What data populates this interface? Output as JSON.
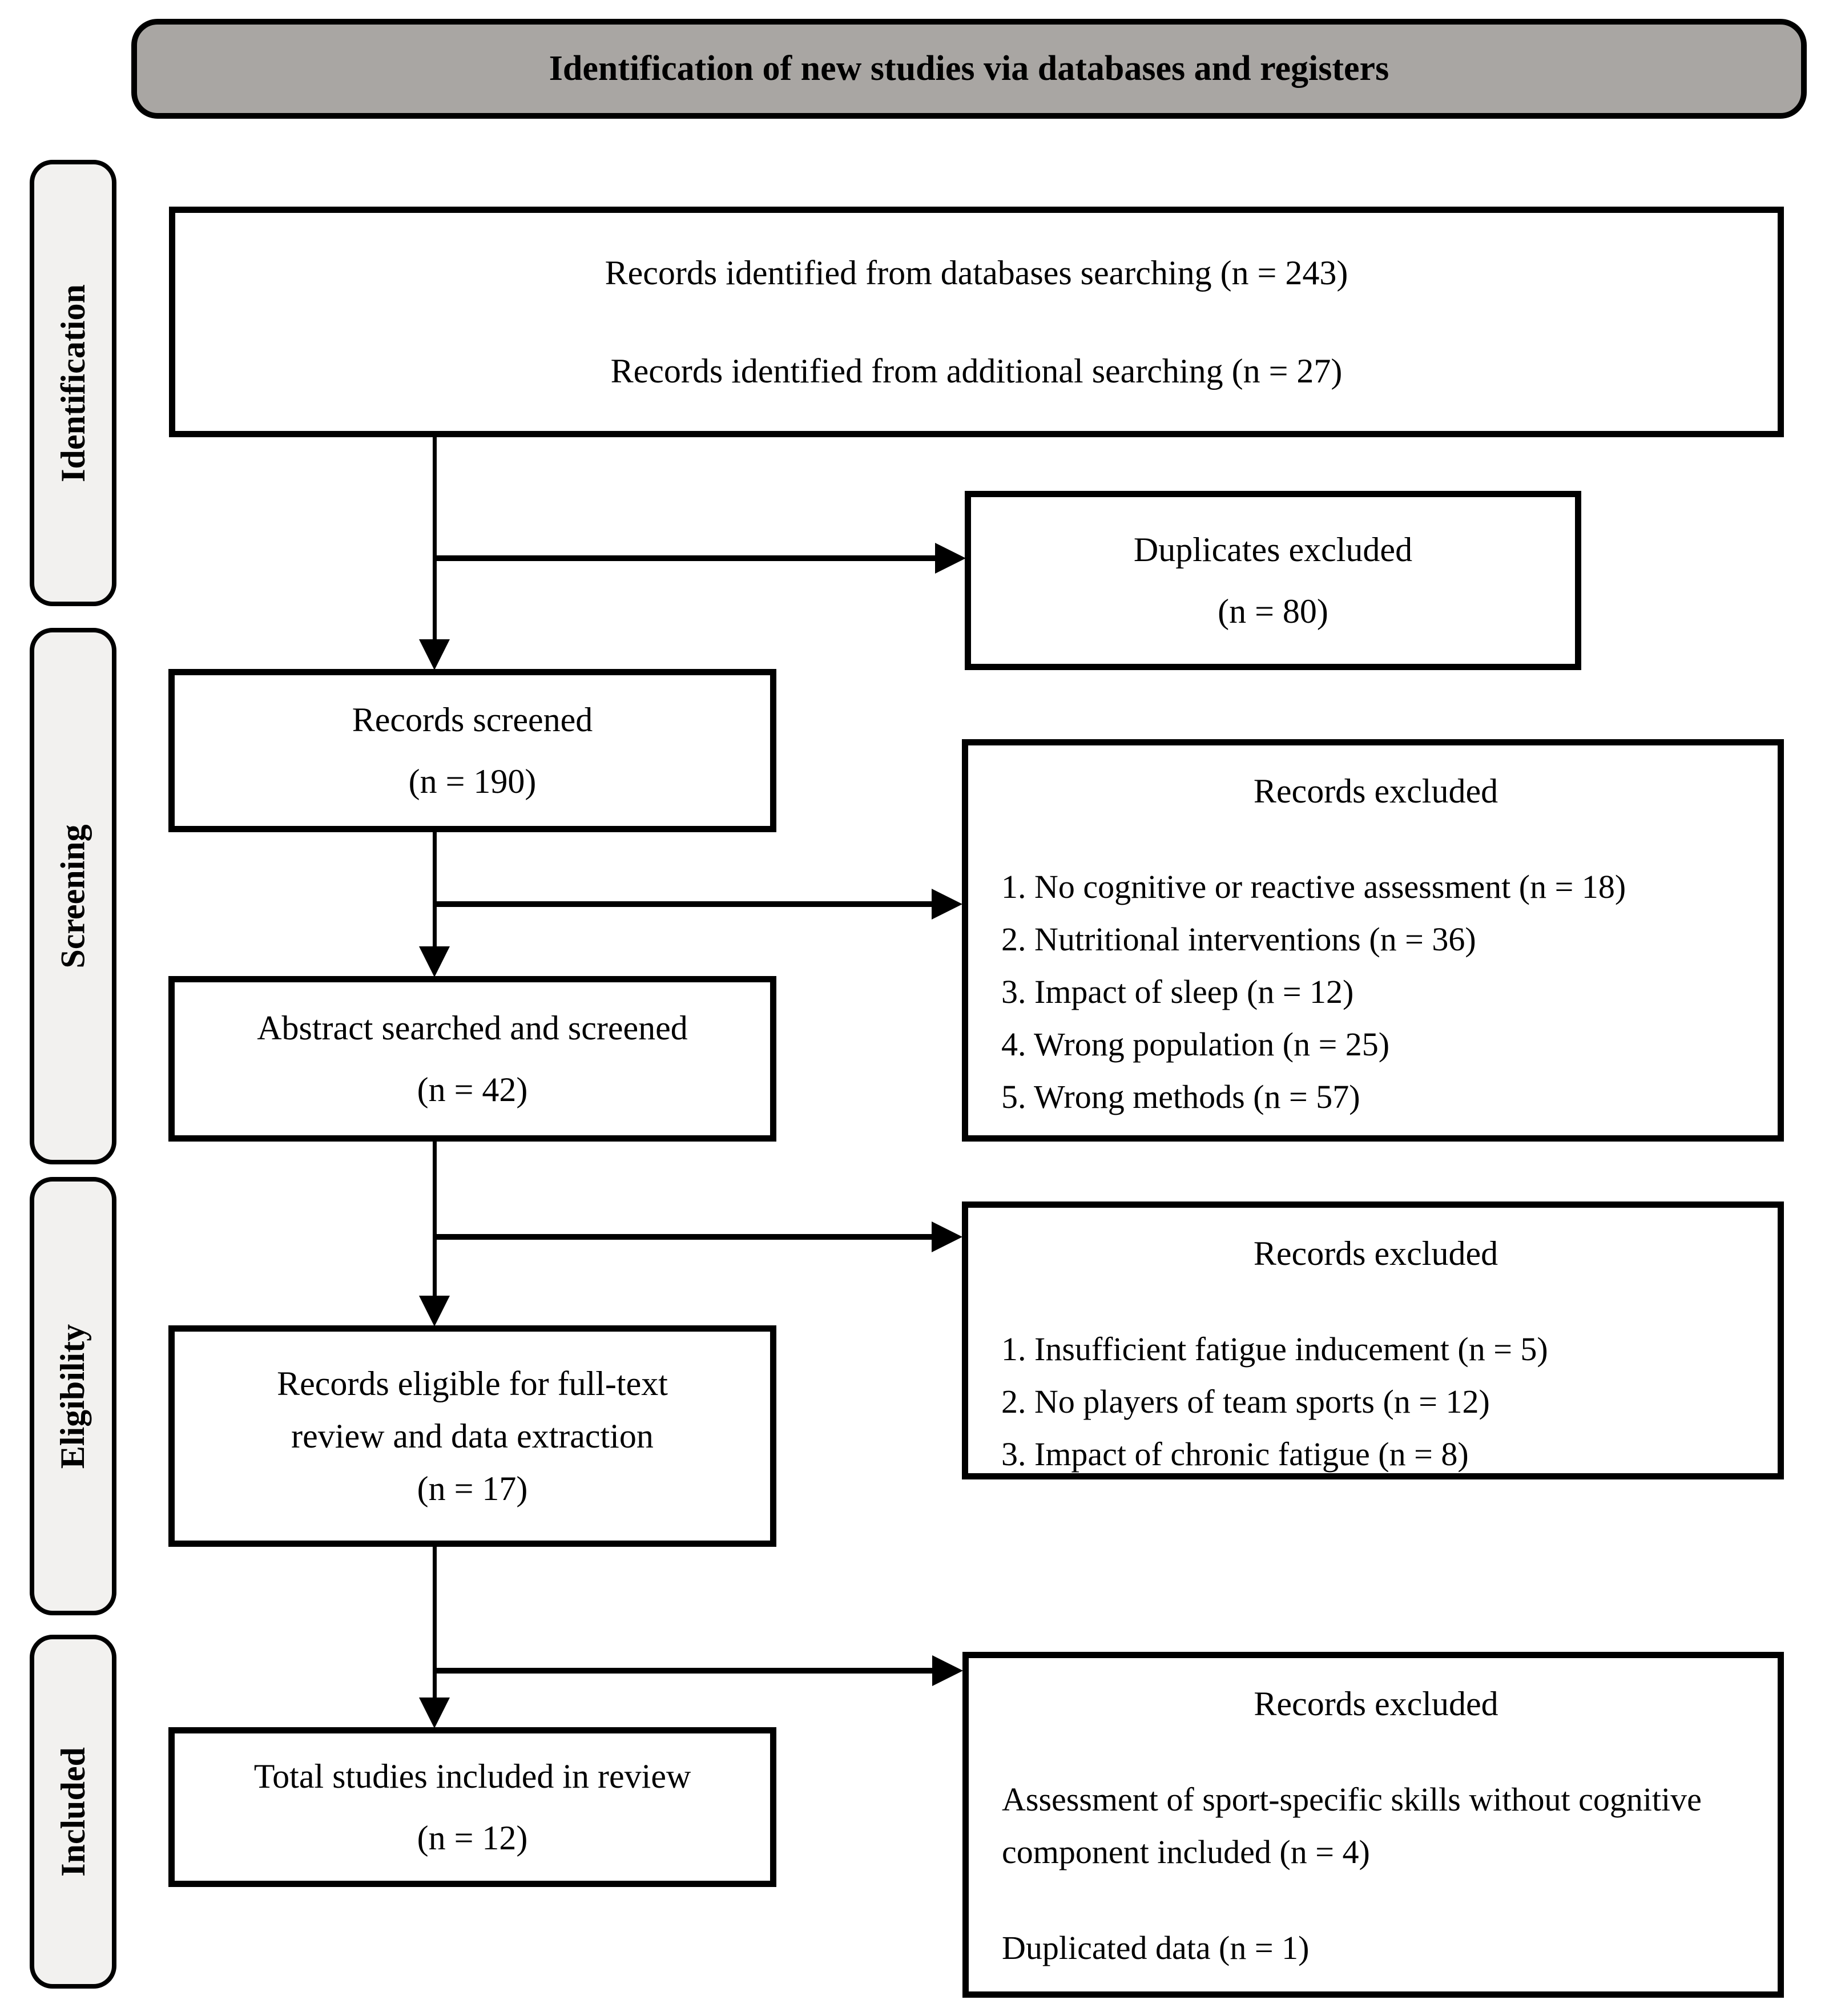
{
  "banner": {
    "title": "Identification of new studies via databases and registers"
  },
  "stages": [
    {
      "label": "Identification"
    },
    {
      "label": "Screening"
    },
    {
      "label": "Eligibility"
    },
    {
      "label": "Included"
    }
  ],
  "boxes": {
    "identified": {
      "lines": [
        "Records identified from databases searching (n = 243)",
        "Records identified from additional searching (n = 27)"
      ]
    },
    "duplicates": {
      "lines": [
        "Duplicates excluded",
        "(n = 80)"
      ]
    },
    "screened": {
      "lines": [
        "Records screened",
        "(n = 190)"
      ]
    },
    "excluded_screening": {
      "title": "Records excluded",
      "items": [
        "1. No cognitive or reactive assessment (n = 18)",
        "2. Nutritional interventions (n = 36)",
        "3. Impact of sleep (n = 12)",
        "4. Wrong population (n = 25)",
        "5. Wrong methods (n = 57)"
      ]
    },
    "abstract_screened": {
      "lines": [
        "Abstract searched and screened",
        "(n = 42)"
      ]
    },
    "excluded_eligibility": {
      "title": "Records excluded",
      "items": [
        "1. Insufficient fatigue inducement (n = 5)",
        "2. No players of team sports (n = 12)",
        "3. Impact of chronic fatigue (n = 8)"
      ]
    },
    "eligible": {
      "lines": [
        "Records eligible for full-text",
        "review and data extraction",
        "(n = 17)"
      ]
    },
    "excluded_included": {
      "title": "Records excluded",
      "items": [
        "Assessment of sport-specific skills without cognitive component included (n = 4)",
        "Duplicated data (n = 1)"
      ]
    },
    "total": {
      "lines": [
        "Total studies included in review",
        "(n = 12)"
      ]
    }
  },
  "colors": {
    "banner_bg": "#a9a6a3",
    "stage_bg": "#f2f1ef",
    "box_bg": "#ffffff",
    "line": "#000000"
  }
}
